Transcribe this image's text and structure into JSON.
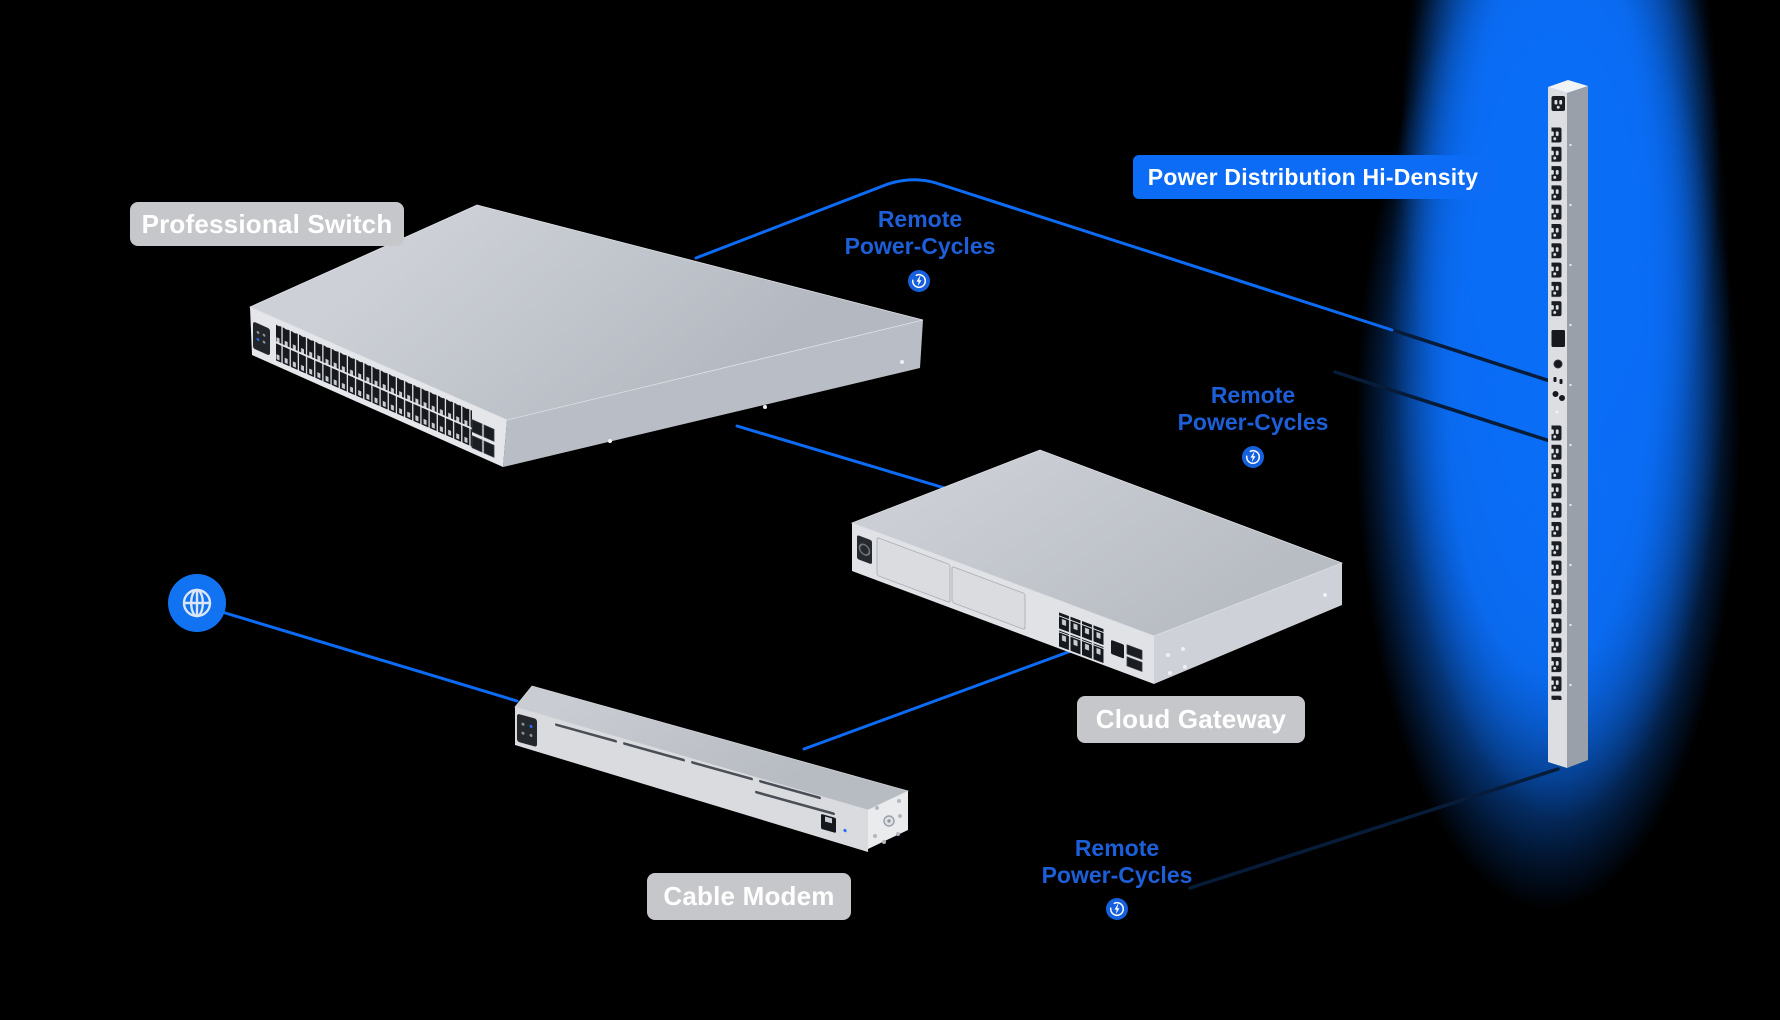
{
  "colors": {
    "background": "#000000",
    "accent_blue": "#0c6cf6",
    "glow_blue": "#0a6df6",
    "deep_blue_line": "#071c38",
    "label_gray": "#c6c7ca",
    "annotation_text_blue": "#1c5fd8",
    "label_text": "#ffffff",
    "device_gray": "#c4c7cd"
  },
  "labels": {
    "switch": "Professional Switch",
    "pdu": "Power Distribution Hi-Density",
    "gateway": "Cloud Gateway",
    "modem": "Cable Modem"
  },
  "annotations": {
    "remote_power_cycles_1": {
      "line1": "Remote",
      "line2": "Power-Cycles"
    },
    "remote_power_cycles_2": {
      "line1": "Remote",
      "line2": "Power-Cycles"
    },
    "remote_power_cycles_3": {
      "line1": "Remote",
      "line2": "Power-Cycles"
    }
  },
  "icons": {
    "internet": "globe-icon",
    "power_cycle": "power-cycle-icon"
  }
}
